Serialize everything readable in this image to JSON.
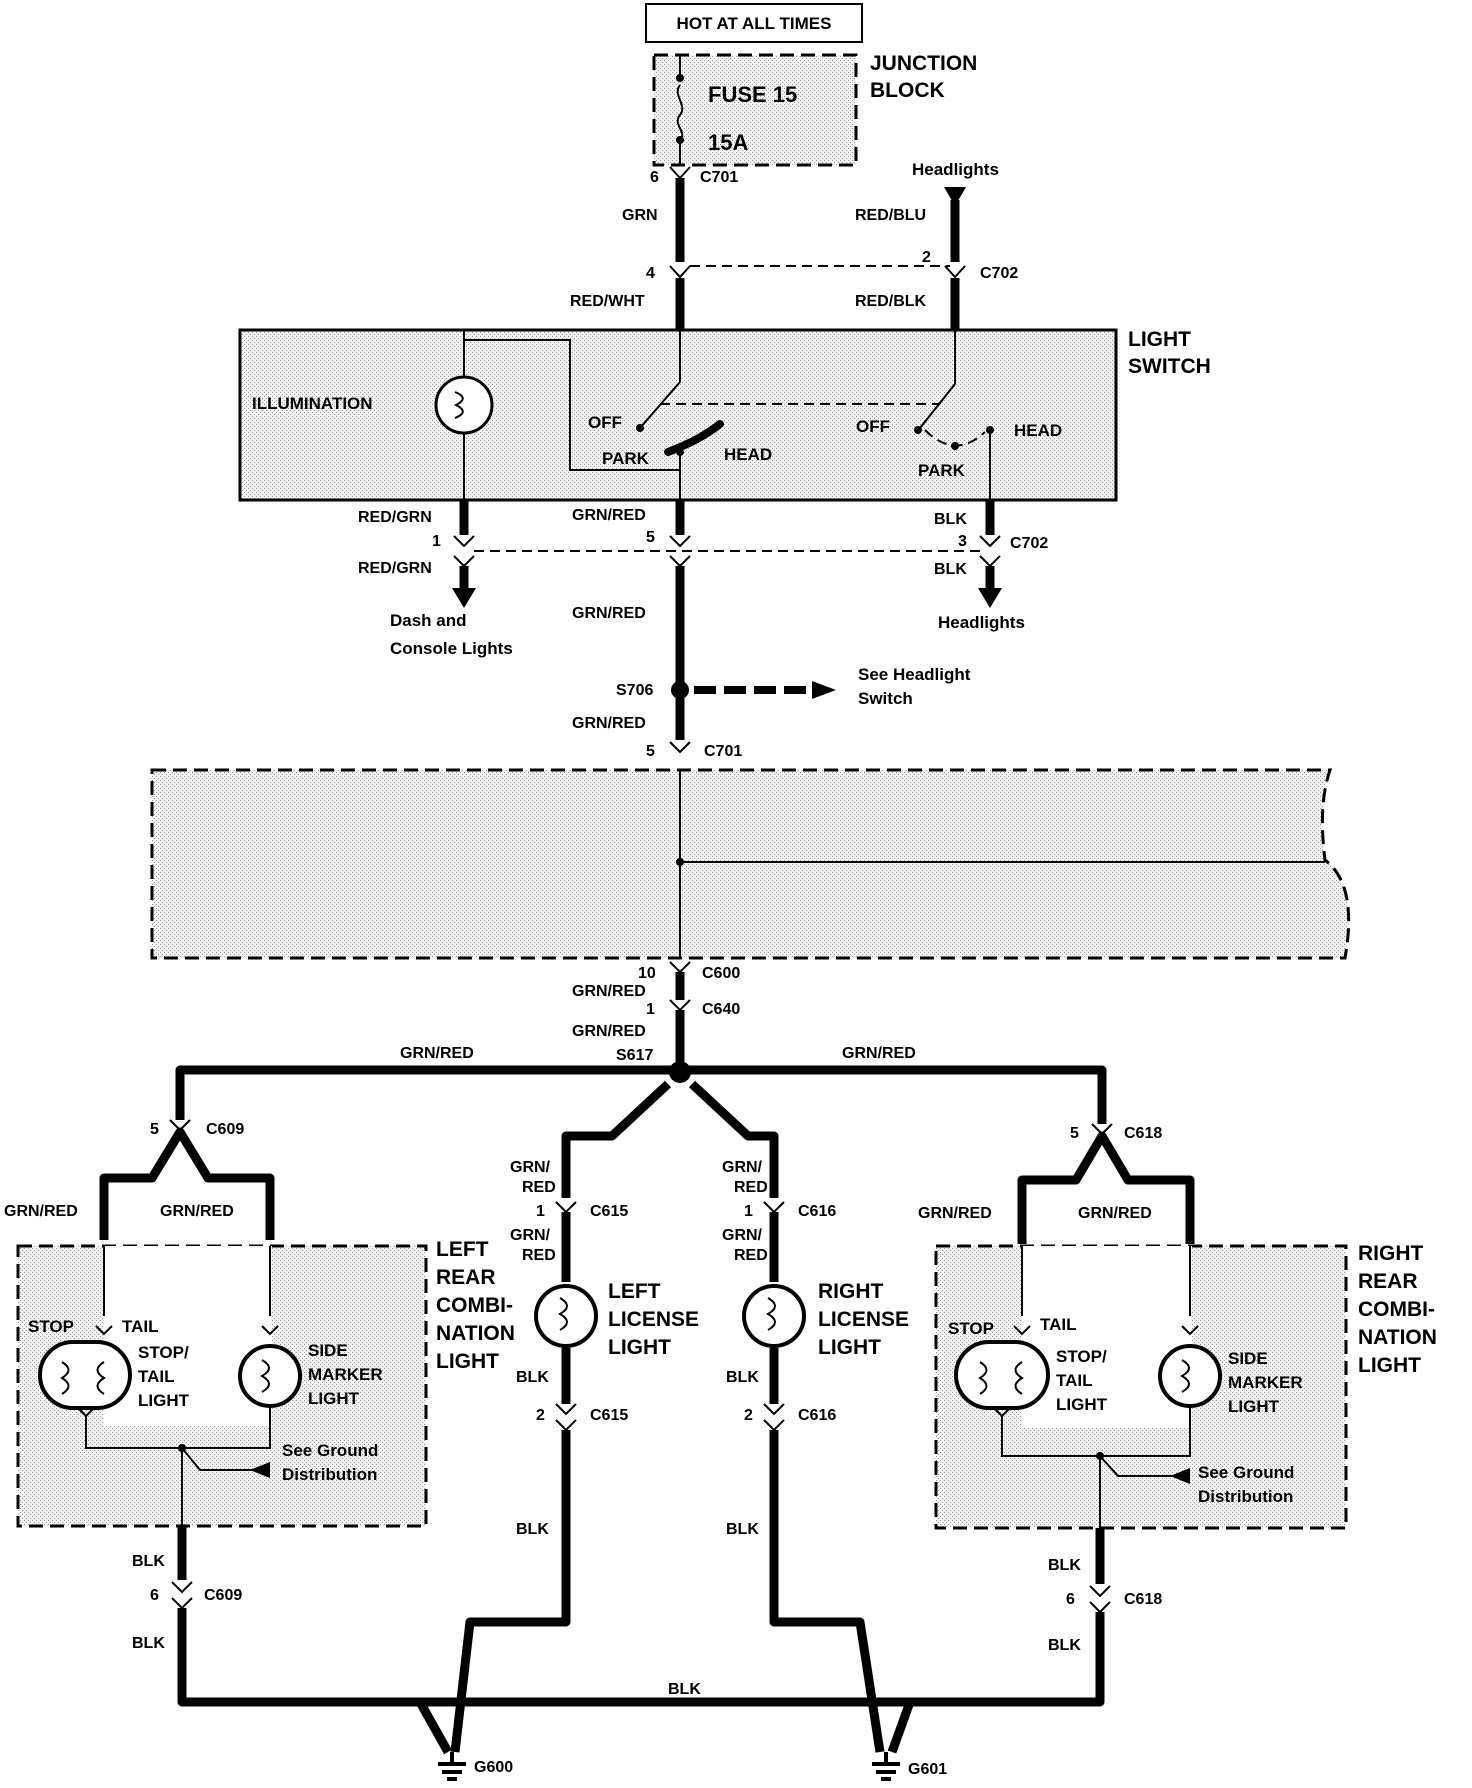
{
  "source": "HOT AT ALL TIMES",
  "junction_block": {
    "label_1": "JUNCTION",
    "label_2": "BLOCK",
    "fuse_name": "FUSE 15",
    "fuse_rating": "15A"
  },
  "light_switch": {
    "label_1": "LIGHT",
    "label_2": "SWITCH",
    "illumination": "ILLUMINATION",
    "left_off": "OFF",
    "left_park": "PARK",
    "left_head": "HEAD",
    "right_off": "OFF",
    "right_park": "PARK",
    "right_head": "HEAD"
  },
  "connectors": {
    "c701": "C701",
    "c702": "C702",
    "c600": "C600",
    "c640": "C640",
    "c609": "C609",
    "c615": "C615",
    "c616": "C616",
    "c618": "C618",
    "s706": "S706",
    "s617": "S617",
    "g600": "G600",
    "g601": "G601"
  },
  "pins": {
    "p6": "6",
    "p4": "4",
    "p2": "2",
    "p1": "1",
    "p5": "5",
    "p3": "3",
    "p10": "10"
  },
  "wires": {
    "grn": "GRN",
    "red_wht": "RED/WHT",
    "red_blu": "RED/BLU",
    "red_blk": "RED/BLK",
    "red_grn": "RED/GRN",
    "grn_red": "GRN/RED",
    "blk": "BLK",
    "grn_slash": "GRN/",
    "red": "RED"
  },
  "destinations": {
    "headlights": "Headlights",
    "dash_1": "Dash and",
    "dash_2": "Console Lights",
    "see_hl_1": "See Headlight",
    "see_hl_2": "Switch",
    "see_gnd_1": "See Ground",
    "see_gnd_2": "Distribution"
  },
  "lamps": {
    "stop": "STOP",
    "tail": "TAIL",
    "stop_tail_1": "STOP/",
    "stop_tail_2": "TAIL",
    "stop_tail_3": "LIGHT",
    "side_1": "SIDE",
    "side_2": "MARKER",
    "side_3": "LIGHT",
    "left_rear_1": "LEFT",
    "left_rear_2": "REAR",
    "left_rear_3": "COMBI-",
    "left_rear_4": "NATION",
    "left_rear_5": "LIGHT",
    "right_rear_1": "RIGHT",
    "right_rear_2": "REAR",
    "right_rear_3": "COMBI-",
    "right_rear_4": "NATION",
    "right_rear_5": "LIGHT",
    "left_lic_1": "LEFT",
    "left_lic_2": "LICENSE",
    "left_lic_3": "LIGHT",
    "right_lic_1": "RIGHT",
    "right_lic_2": "LICENSE",
    "right_lic_3": "LIGHT"
  }
}
